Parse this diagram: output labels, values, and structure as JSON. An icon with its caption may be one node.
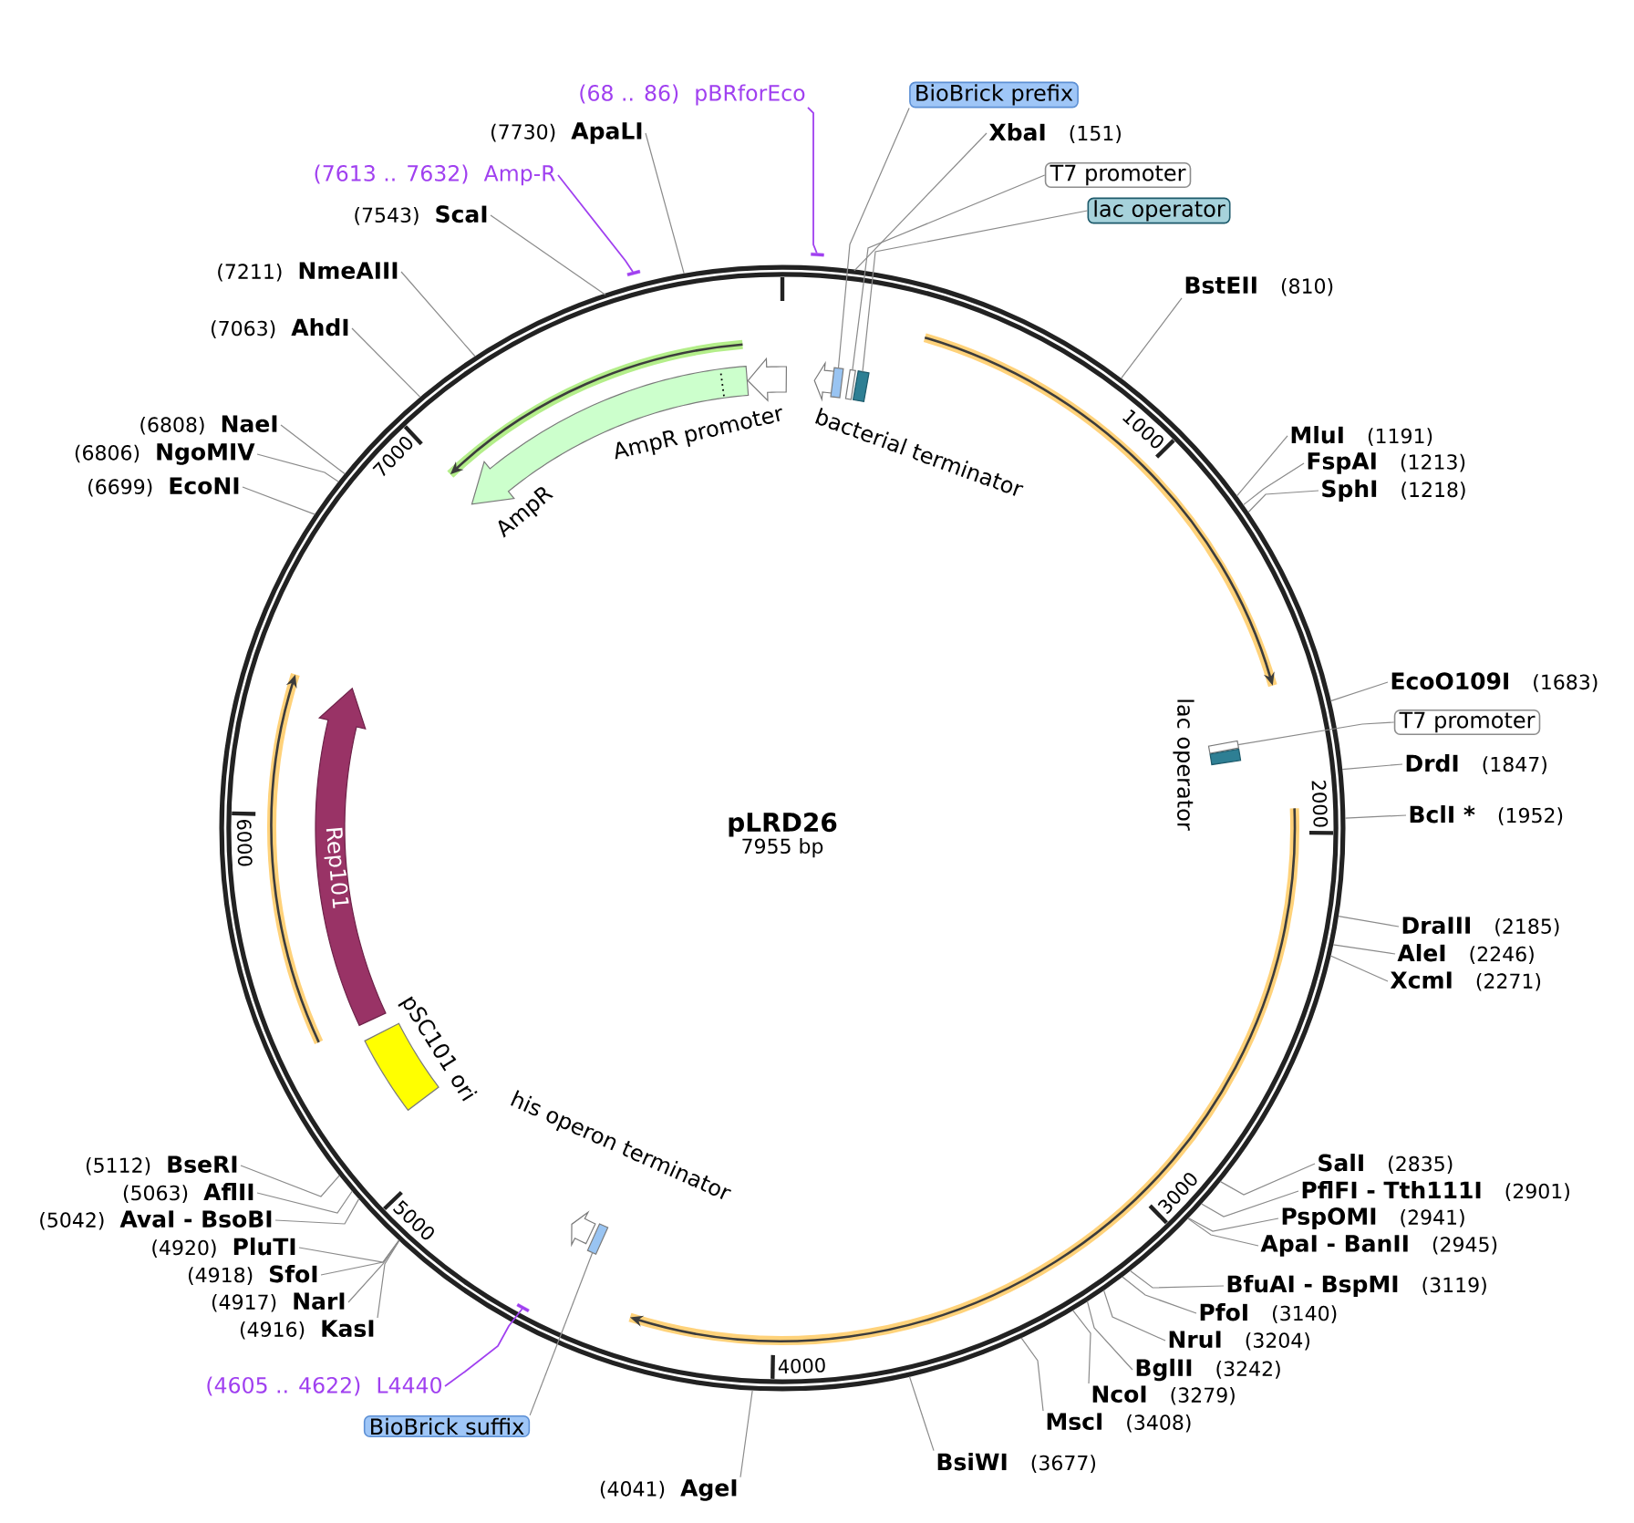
{
  "diagram": {
    "nodes": [
      {
        "text": [
          "pLRD26",
          "7955 bp"
        ]
      },
      {
        "text": [
          "bacterial terminator"
        ],
        "in": 0
      },
      {
        "text": [],
        "shape": "box",
        "in": 0
      },
      {
        "text": [],
        "shape": "box",
        "in": 0
      },
      {
        "text": [],
        "shape": "box",
        "in": 0
      },
      {
        "text": [],
        "shape": "box",
        "in": 0
      },
      {
        "text": [
          "lac operator"
        ],
        "in": 0
      },
      {
        "text": [],
        "shape": "box",
        "in": 0
      },
      {
        "text": [
          "his operon terminator"
        ],
        "in": 0
      },
      {
        "text": [],
        "shape": "bar",
        "in": 0
      },
      {
        "text": [
          "pSC101 ori"
        ],
        "in": 0
      },
      {
        "text": [
          "Rep101"
        ],
        "in": 0
      },
      {
        "text": [
          "AmpR"
        ],
        "in": 0
      },
      {
        "text": [
          "AmpR promoter"
        ],
        "in": 0
      },
      {
        "text": [],
        "shape": "bar"
      },
      {
        "text": [
          "(68 .. 86)",
          "pBRforEco"
        ]
      },
      {
        "text": [
          "BioBrick prefix"
        ]
      },
      {
        "text": [
          "XbaI",
          "(151)"
        ]
      },
      {
        "text": [
          "T7 promoter"
        ]
      },
      {
        "text": [
          "lac operator"
        ]
      },
      {
        "text": [
          "BstEII",
          "(810)"
        ]
      },
      {
        "text": [
          "MluI",
          "(1191)"
        ]
      },
      {
        "text": [
          "FspAI",
          "(1213)"
        ]
      },
      {
        "text": [
          "SphI",
          "(1218)"
        ]
      },
      {
        "text": [
          "EcoO109I",
          "(1683)"
        ]
      },
      {
        "text": [
          "T7 promoter"
        ]
      },
      {
        "text": [
          "DrdI",
          "(1847)"
        ]
      },
      {
        "text": [
          "BclI *",
          "(1952)"
        ]
      },
      {
        "text": [
          "DraIII",
          "(2185)"
        ]
      },
      {
        "text": [
          "AleI",
          "(2246)"
        ]
      },
      {
        "text": [
          "XcmI",
          "(2271)"
        ]
      },
      {
        "text": [
          "SalI",
          "(2835)"
        ]
      },
      {
        "text": [
          "PflFI - Tth111I",
          "(2901)"
        ]
      },
      {
        "text": [
          "PspOMI",
          "(2941)"
        ]
      },
      {
        "text": [
          "ApaI - BanII",
          "(2945)"
        ]
      },
      {
        "text": [
          "BfuAI - BspMI",
          "(3119)"
        ]
      },
      {
        "text": [
          "PfoI",
          "(3140)"
        ]
      },
      {
        "text": [
          "NruI",
          "(3204)"
        ]
      },
      {
        "text": [
          "BglII",
          "(3242)"
        ]
      },
      {
        "text": [
          "NcoI",
          "(3279)"
        ]
      },
      {
        "text": [
          "MscI",
          "(3408)"
        ]
      },
      {
        "text": [
          "BsiWI",
          "(3677)"
        ]
      },
      {
        "text": [
          "(4041)",
          "AgeI"
        ]
      },
      {
        "text": [
          "(4605 .. 4622)",
          "L4440"
        ]
      },
      {
        "text": [
          "BioBrick suffix"
        ]
      },
      {
        "text": [
          "(4916)",
          "KasI"
        ]
      },
      {
        "text": [
          "(4917)",
          "NarI"
        ]
      },
      {
        "text": [
          "(4918)",
          "SfoI"
        ]
      },
      {
        "text": [
          "(4920)",
          "PluTI"
        ]
      },
      {
        "text": [
          "(5042)",
          "AvaI - BsoBI"
        ]
      },
      {
        "text": [
          "(5063)",
          "AflII"
        ]
      },
      {
        "text": [
          "(5112)",
          "BseRI"
        ]
      },
      {
        "text": [
          "(6699)",
          "EcoNI"
        ]
      },
      {
        "text": [
          "(6806)",
          "NgoMIV"
        ]
      },
      {
        "text": [
          "(6808)",
          "NaeI"
        ]
      },
      {
        "text": [
          "(7063)",
          "AhdI"
        ]
      },
      {
        "text": [
          "(7211)",
          "NmeAIII"
        ]
      },
      {
        "text": [
          "(7543)",
          "ScaI"
        ]
      },
      {
        "text": [],
        "shape": "bar"
      },
      {
        "text": [
          "(7613 .. 7632)",
          "Amp-R"
        ]
      },
      {
        "text": [
          "(7730)",
          "ApaLI"
        ]
      }
    ],
    "edges": [
      {
        "from": 15,
        "to": 14,
        "arrow": "none",
        "color": "#a040f0"
      },
      {
        "from": 16,
        "to": 2,
        "arrow": "none"
      },
      {
        "from": 17,
        "to": 0,
        "arrow": "none"
      },
      {
        "from": 18,
        "to": 3,
        "arrow": "none"
      },
      {
        "from": 19,
        "to": 4,
        "arrow": "none"
      },
      {
        "from": 20,
        "to": 0,
        "arrow": "none"
      },
      {
        "from": 21,
        "to": 0,
        "arrow": "none"
      },
      {
        "from": 22,
        "to": 0,
        "arrow": "none"
      },
      {
        "from": 23,
        "to": 0,
        "arrow": "none"
      },
      {
        "from": 24,
        "to": 0,
        "arrow": "none"
      },
      {
        "from": 25,
        "to": 5,
        "arrow": "none"
      },
      {
        "from": 26,
        "to": 0,
        "arrow": "none"
      },
      {
        "from": 27,
        "to": 0,
        "arrow": "none"
      },
      {
        "from": 28,
        "to": 0,
        "arrow": "none"
      },
      {
        "from": 29,
        "to": 0,
        "arrow": "none"
      },
      {
        "from": 30,
        "to": 0,
        "arrow": "none"
      },
      {
        "from": 31,
        "to": 0,
        "arrow": "none"
      },
      {
        "from": 32,
        "to": 0,
        "arrow": "none"
      },
      {
        "from": 33,
        "to": 0,
        "arrow": "none"
      },
      {
        "from": 34,
        "to": 0,
        "arrow": "none"
      },
      {
        "from": 35,
        "to": 0,
        "arrow": "none"
      },
      {
        "from": 36,
        "to": 0,
        "arrow": "none"
      },
      {
        "from": 37,
        "to": 0,
        "arrow": "none"
      },
      {
        "from": 38,
        "to": 0,
        "arrow": "none"
      },
      {
        "from": 39,
        "to": 0,
        "arrow": "none"
      },
      {
        "from": 40,
        "to": 0,
        "arrow": "none"
      },
      {
        "from": 41,
        "to": 0,
        "arrow": "none"
      },
      {
        "from": 42,
        "to": 0,
        "arrow": "none"
      },
      {
        "from": 43,
        "to": 9,
        "arrow": "none",
        "color": "#a040f0"
      },
      {
        "from": 44,
        "to": 7,
        "arrow": "none"
      },
      {
        "from": 45,
        "to": 0,
        "arrow": "none"
      },
      {
        "from": 46,
        "to": 0,
        "arrow": "none"
      },
      {
        "from": 47,
        "to": 0,
        "arrow": "none"
      },
      {
        "from": 48,
        "to": 0,
        "arrow": "none"
      },
      {
        "from": 49,
        "to": 0,
        "arrow": "none"
      },
      {
        "from": 50,
        "to": 0,
        "arrow": "none"
      },
      {
        "from": 51,
        "to": 0,
        "arrow": "none"
      },
      {
        "from": 52,
        "to": 0,
        "arrow": "none"
      },
      {
        "from": 53,
        "to": 0,
        "arrow": "none"
      },
      {
        "from": 54,
        "to": 0,
        "arrow": "none"
      },
      {
        "from": 55,
        "to": 0,
        "arrow": "none"
      },
      {
        "from": 56,
        "to": 0,
        "arrow": "none"
      },
      {
        "from": 57,
        "to": 0,
        "arrow": "none"
      },
      {
        "from": 59,
        "to": 58,
        "arrow": "none",
        "color": "#a040f0"
      },
      {
        "from": 60,
        "to": 0,
        "arrow": "none"
      }
    ],
    "labels": [
      "1000",
      "2000",
      "3000",
      "4000",
      "5000",
      "6000",
      "7000"
    ]
  }
}
